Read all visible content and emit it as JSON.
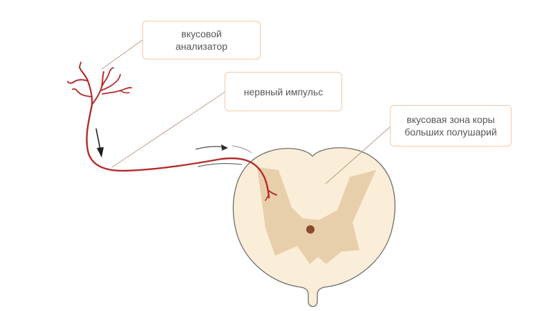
{
  "labels": {
    "taste_analyzer": "вкусовой\nанализатор",
    "nerve_impulse": "нервный импульс",
    "cortex_zone": "вкусовая зона коры\nбольших полушарий"
  },
  "colors": {
    "nerve": "#b52a2a",
    "white_matter": "#faeed8",
    "gray_matter": "#e8cfab",
    "canal": "#8a4a2c",
    "outline": "#6b6b6b",
    "callout_border": "#f2c9a6",
    "leader_line": "#b89a86"
  }
}
